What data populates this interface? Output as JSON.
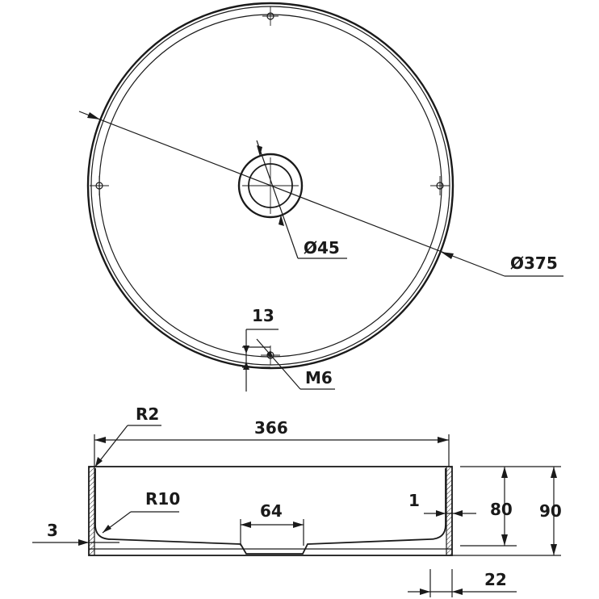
{
  "labels": {
    "dia_drain": "Ø45",
    "dia_outer": "Ø375",
    "hole_offset": "13",
    "thread": "M6",
    "corner_radius": "R2",
    "inner_width": "366",
    "bottom_radius": "R10",
    "drain_width": "64",
    "wall_gap": "1",
    "inner_height": "80",
    "total_height": "90",
    "floor_thickness": "3",
    "wall_thickness": "22"
  }
}
